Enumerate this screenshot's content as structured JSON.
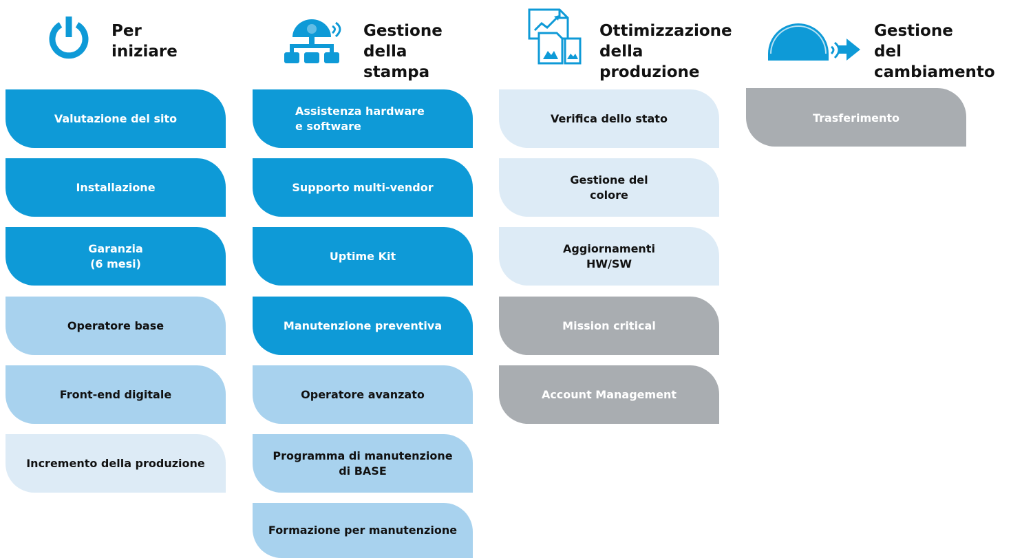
{
  "colors": {
    "dark_blue": "#0e9ad7",
    "mid_blue": "#a8d2ee",
    "light_blue": "#ddebf6",
    "gray": "#a9adb1"
  },
  "columns": [
    {
      "icon": "power-icon",
      "title": "Per\niniziare",
      "items": [
        {
          "label": "Valutazione del sito",
          "tone": "dark_blue"
        },
        {
          "label": "Installazione",
          "tone": "dark_blue"
        },
        {
          "label": "Garanzia\n(6 mesi)",
          "tone": "dark_blue"
        },
        {
          "label": "Operatore base",
          "tone": "mid_blue"
        },
        {
          "label": "Front-end digitale",
          "tone": "mid_blue"
        },
        {
          "label": "Incremento della produzione",
          "tone": "light_blue"
        }
      ]
    },
    {
      "icon": "network-icon",
      "title": "Gestione\ndella stampa",
      "items": [
        {
          "label": "Assistenza hardware\ne software",
          "tone": "dark_blue"
        },
        {
          "label": "Supporto multi-vendor",
          "tone": "dark_blue"
        },
        {
          "label": "Uptime Kit",
          "tone": "dark_blue"
        },
        {
          "label": "Manutenzione preventiva",
          "tone": "dark_blue"
        },
        {
          "label": "Operatore avanzato",
          "tone": "mid_blue"
        },
        {
          "label": "Programma di manutenzione\ndi BASE",
          "tone": "mid_blue"
        },
        {
          "label": "Formazione per manutenzione",
          "tone": "mid_blue"
        }
      ]
    },
    {
      "icon": "documents-chart-icon",
      "title": "Ottimizzazione\ndella produzione",
      "items": [
        {
          "label": "Verifica dello stato",
          "tone": "light_blue"
        },
        {
          "label": "Gestione del\ncolore",
          "tone": "light_blue"
        },
        {
          "label": "Aggiornamenti\nHW/SW",
          "tone": "light_blue"
        },
        {
          "label": "Mission critical",
          "tone": "gray"
        },
        {
          "label": "Account Management",
          "tone": "gray"
        }
      ]
    },
    {
      "icon": "dome-arrow-icon",
      "title": "Gestione\ndel cambiamento",
      "items": [
        {
          "label": "Trasferimento",
          "tone": "gray"
        }
      ]
    }
  ]
}
